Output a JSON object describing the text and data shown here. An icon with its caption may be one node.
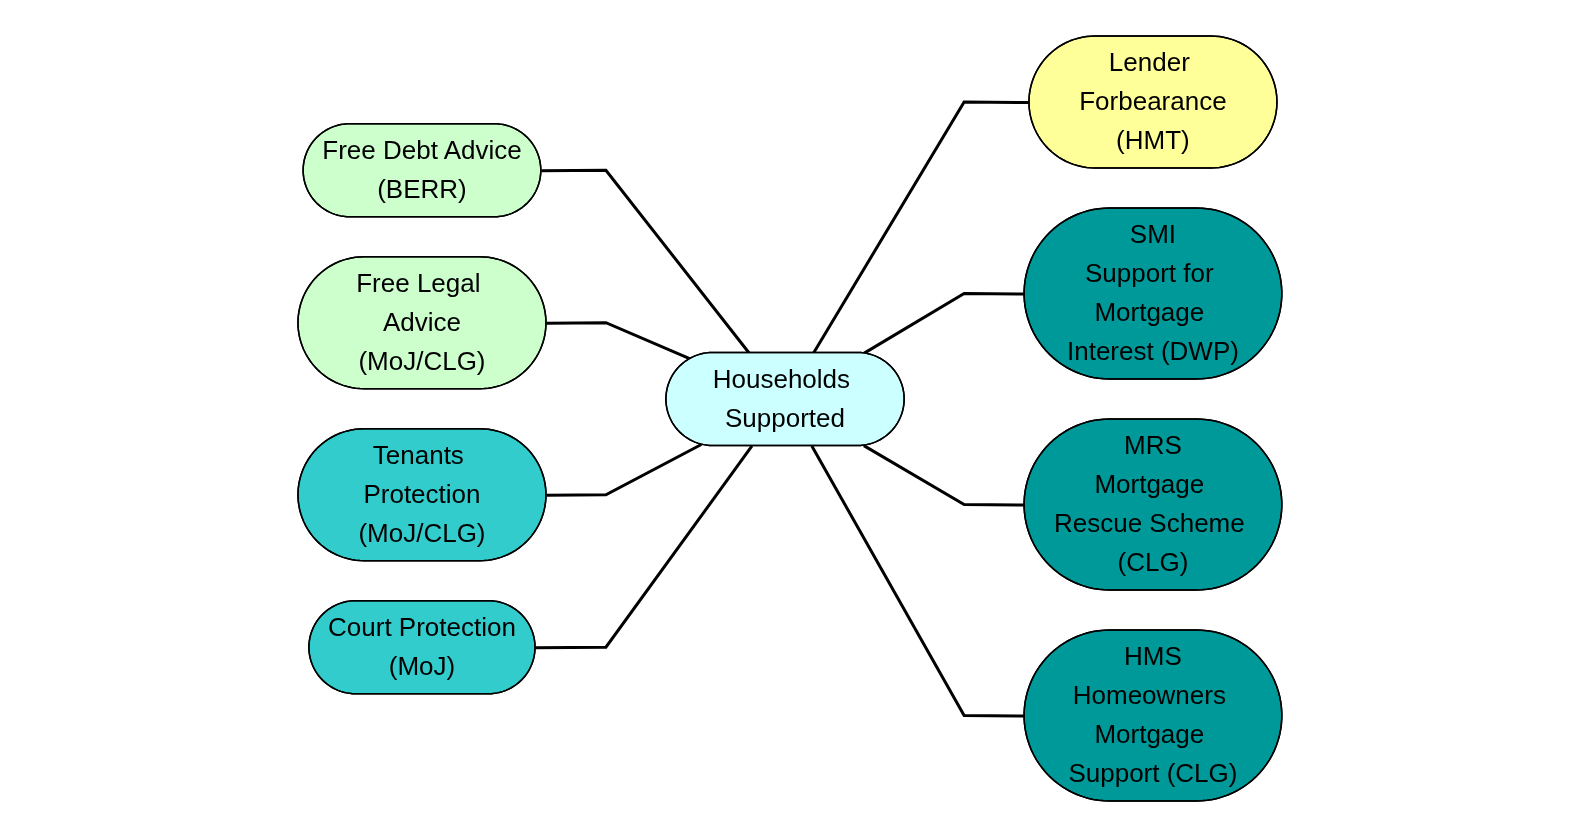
{
  "diagram": {
    "nodes": [
      {
        "text": [
          "Free Debt Advice",
          "(BERR)"
        ]
      },
      {
        "text": [
          "Free Legal Advice",
          "(MoJ/CLG)"
        ]
      },
      {
        "text": [
          "Lender Forbearance",
          "(HMT)"
        ]
      },
      {
        "text": [
          "Tenants Protection",
          "(MoJ/CLG)"
        ]
      },
      {
        "text": [
          "Households Supported"
        ]
      },
      {
        "text": [
          "SMI",
          "Support for Mortgage Interest (DWP)"
        ]
      },
      {
        "text": [
          "Court Protection",
          "(MoJ)"
        ]
      },
      {
        "text": [
          "MRS",
          "Mortgage Rescue Scheme (CLG)"
        ]
      },
      {
        "text": [
          "HMS",
          "Homeowners Mortgage Support (CLG)"
        ]
      }
    ],
    "edges": [
      {
        "from": 0,
        "to": 4,
        "arrow": "none"
      },
      {
        "from": 1,
        "to": 4,
        "arrow": "none"
      },
      {
        "from": 3,
        "to": 4,
        "arrow": "none"
      },
      {
        "from": 6,
        "to": 4,
        "arrow": "none"
      },
      {
        "from": 4,
        "to": 2,
        "arrow": "none"
      },
      {
        "from": 4,
        "to": 5,
        "arrow": "none"
      },
      {
        "from": 4,
        "to": 7,
        "arrow": "none"
      },
      {
        "from": 4,
        "to": 8,
        "arrow": "none"
      }
    ]
  }
}
